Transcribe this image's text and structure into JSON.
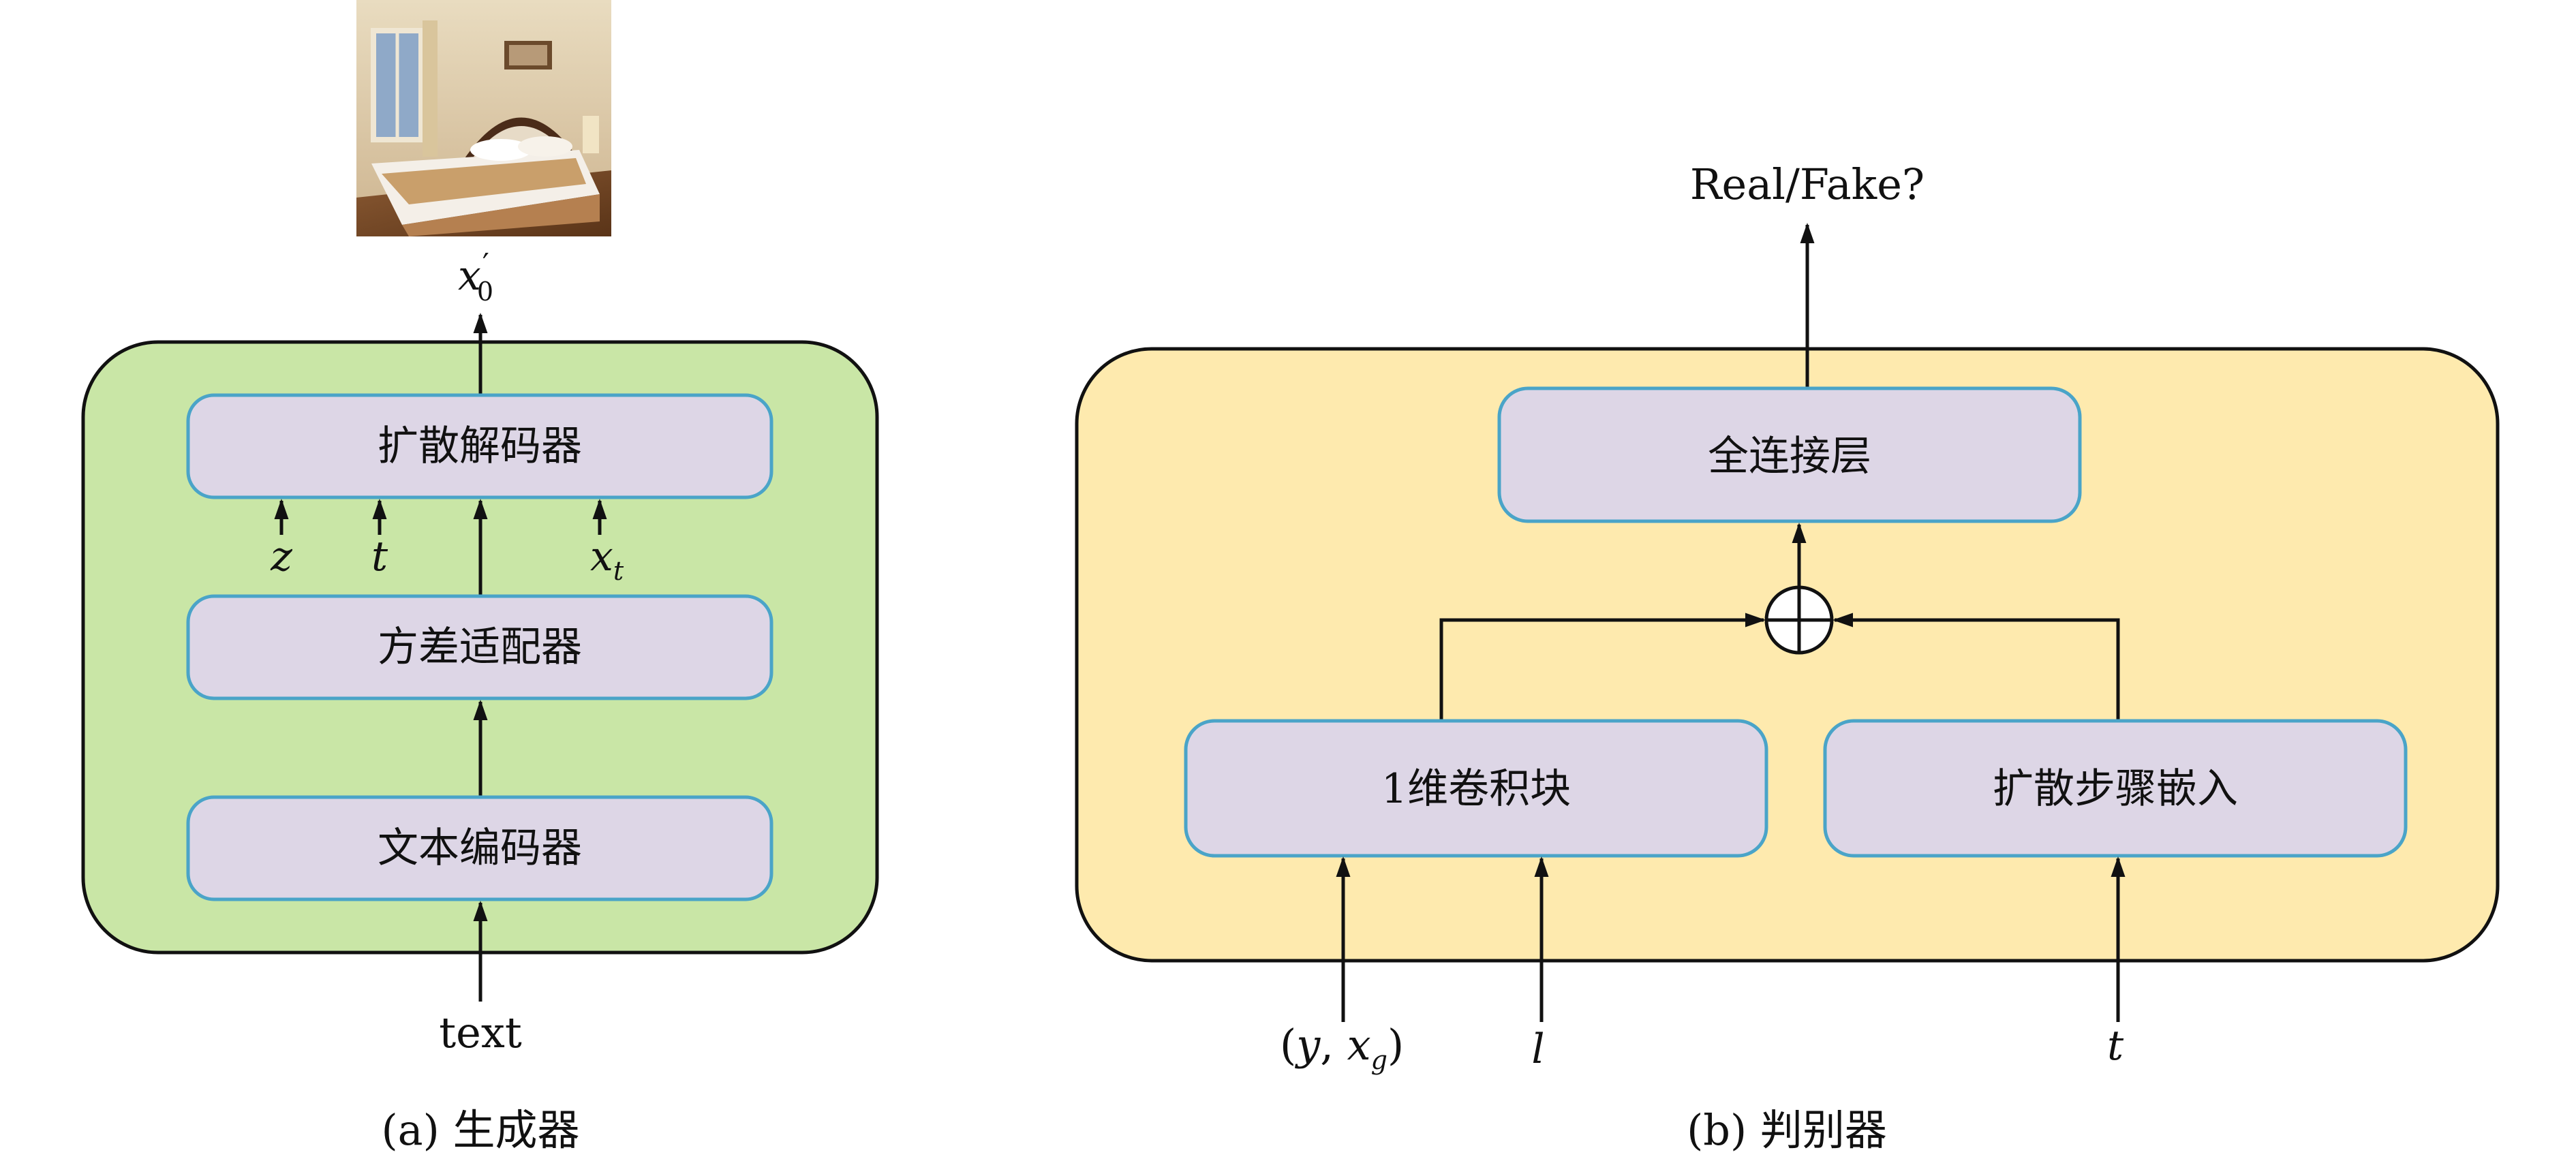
{
  "generator": {
    "output_label_main": "x",
    "output_label_prime": "′",
    "output_label_sub": "0",
    "modules": {
      "decoder": "扩散解码器",
      "variance_adaptor": "方差适配器",
      "text_encoder": "文本编码器"
    },
    "inputs": {
      "z": "z",
      "t": "t",
      "x_main": "x",
      "x_sub": "t",
      "text": "text"
    },
    "caption": "(a) 生成器",
    "output_image": "bedroom-photo"
  },
  "discriminator": {
    "output": "Real/Fake?",
    "modules": {
      "fc": "全连接层",
      "conv": "1维卷积块",
      "step_embed": "扩散步骤嵌入"
    },
    "inputs": {
      "yx_open": "(",
      "yx_y": "y",
      "yx_comma": ", ",
      "yx_x": "x",
      "yx_sub": "g",
      "yx_close": ")",
      "l": "l",
      "t": "t"
    },
    "sum_symbol": "circle-plus-icon",
    "caption": "(b) 判别器"
  },
  "colors": {
    "generator_bg": "#c9e6a6",
    "discriminator_bg": "#feeaae",
    "module_fill": "#ddd6e6",
    "module_stroke": "#4aa4c8",
    "outline": "#111111"
  }
}
